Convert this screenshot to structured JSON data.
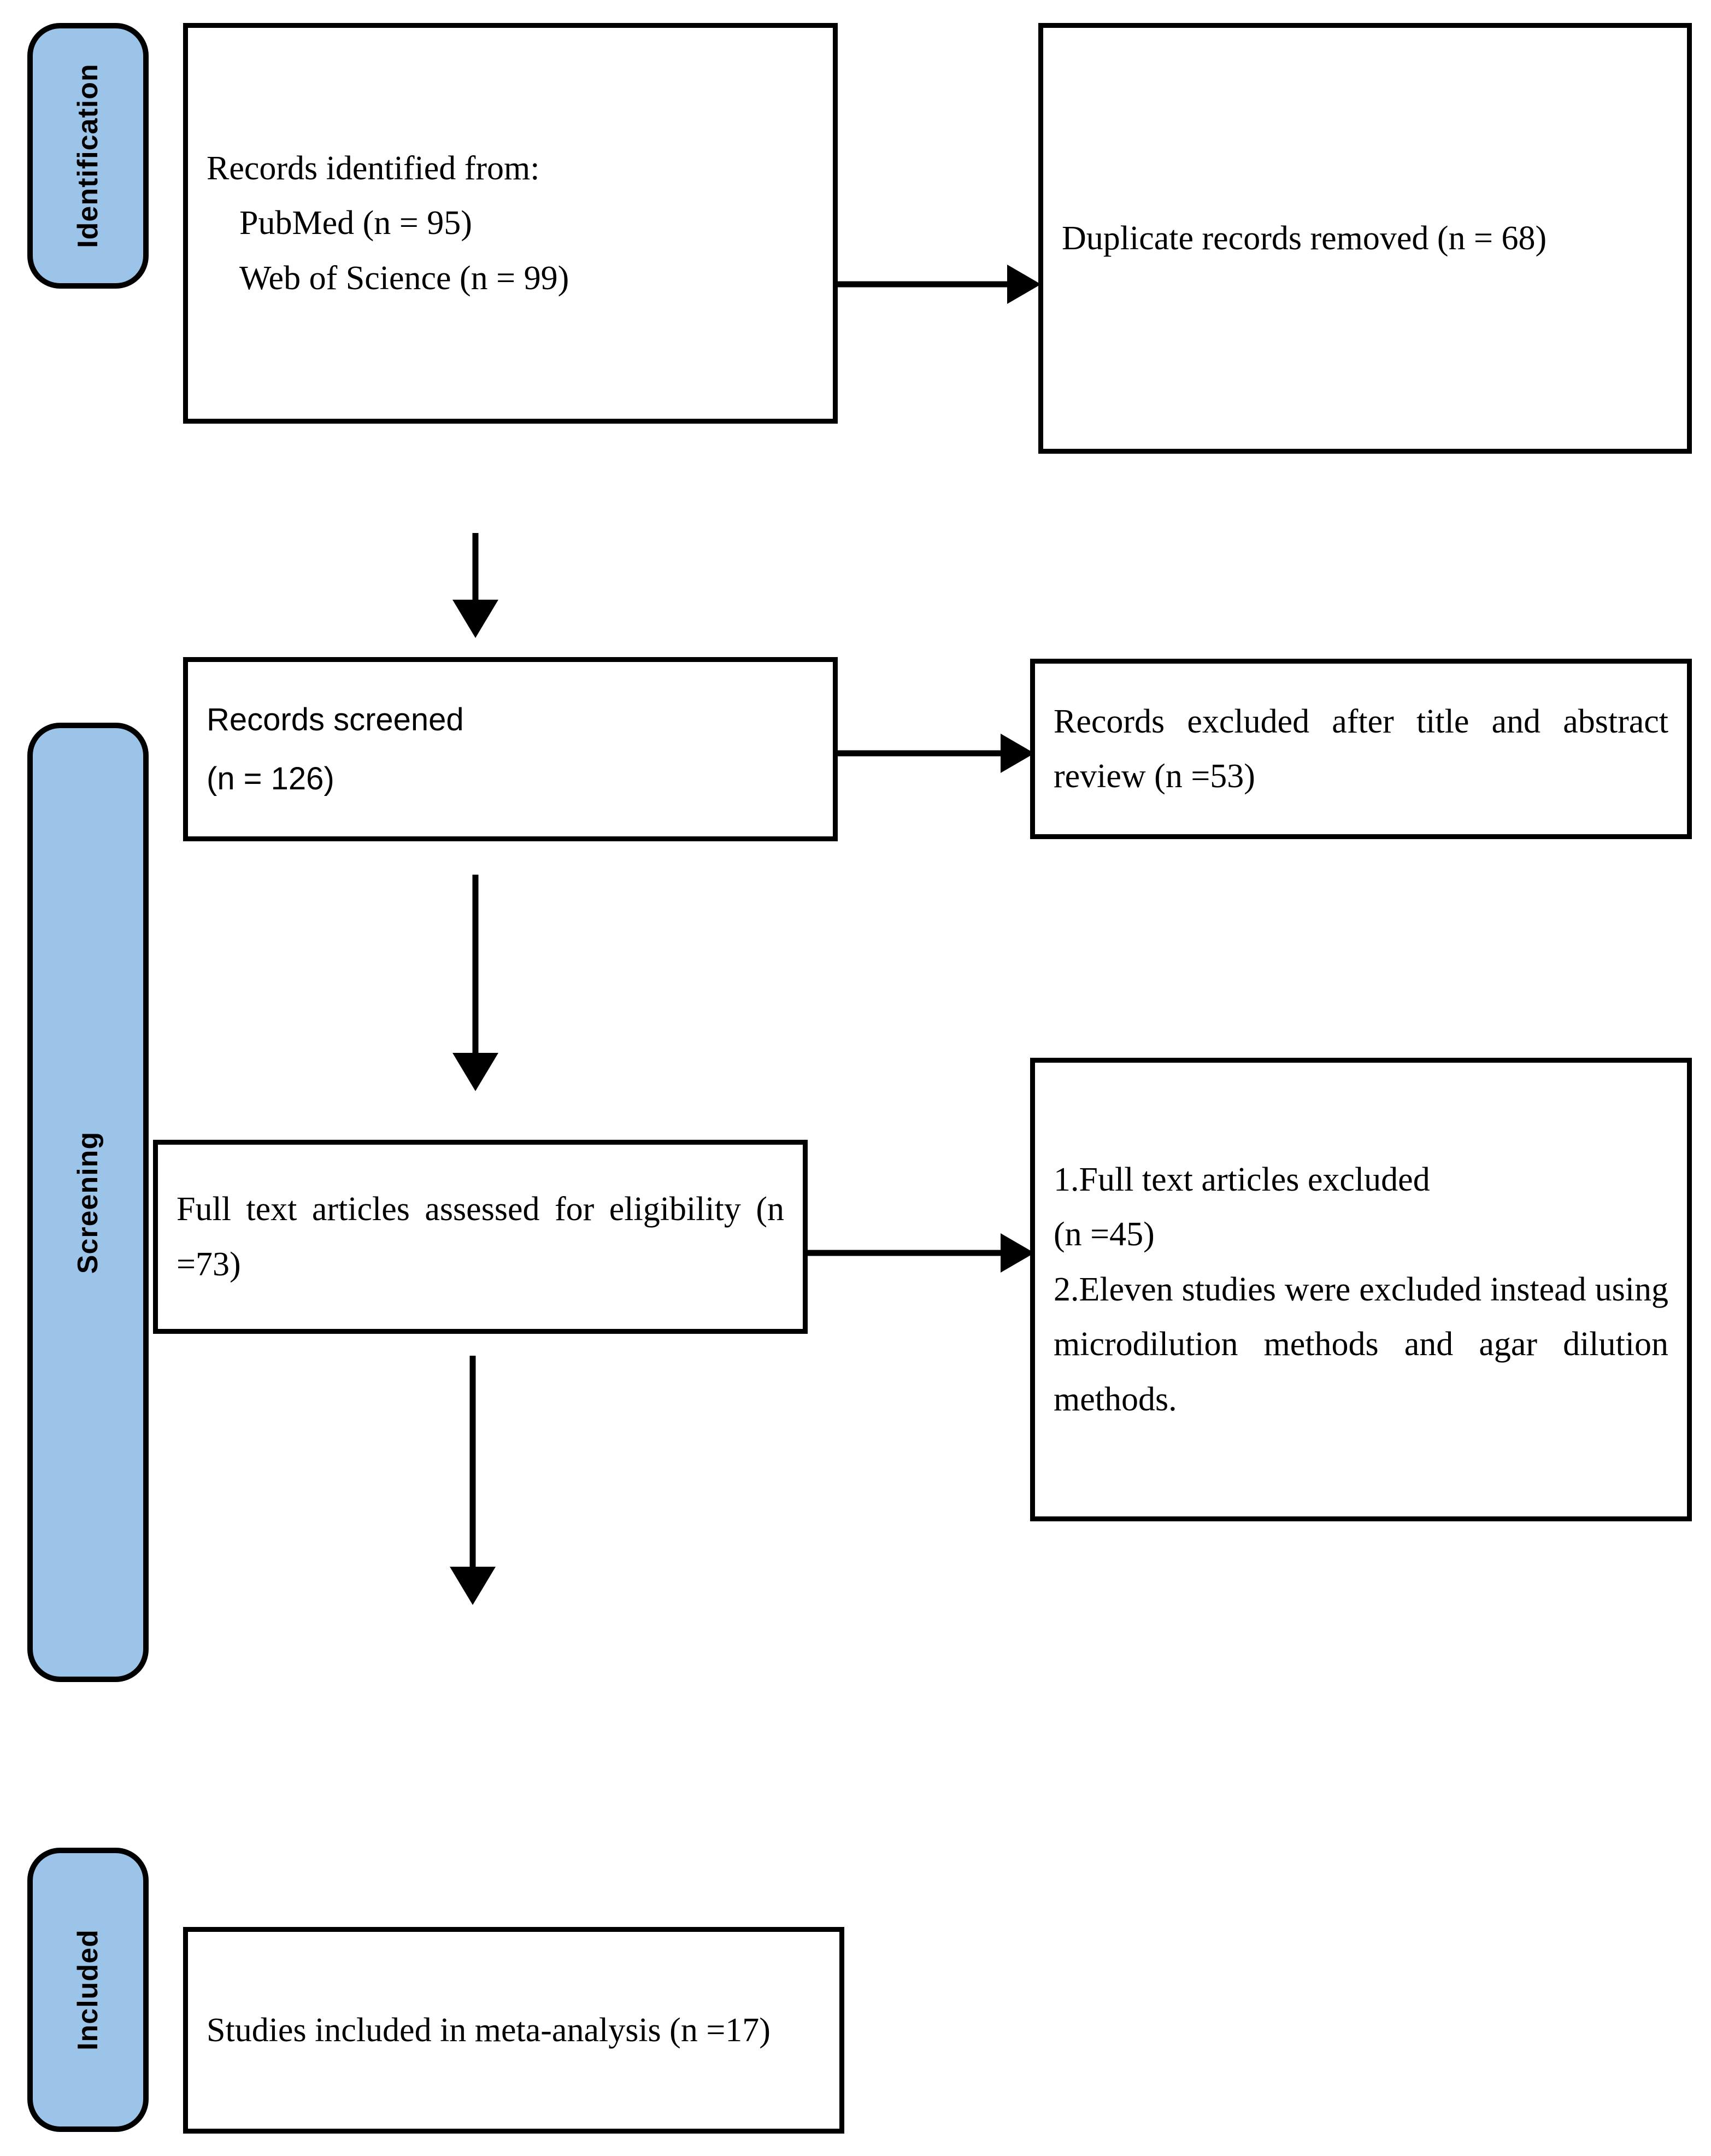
{
  "diagram": {
    "type": "prisma-flow-diagram",
    "accent_color": "#9CC3E8",
    "line_color": "#000000",
    "background": "#ffffff"
  },
  "phases": [
    {
      "id": "identification",
      "label": "Identification"
    },
    {
      "id": "screening",
      "label": "Screening"
    },
    {
      "id": "included",
      "label": "Included"
    }
  ],
  "boxes": {
    "records_identified": {
      "heading": "Records identified from:",
      "source_1": "PubMed (n = 95)",
      "source_2": "Web of Science (n = 99)"
    },
    "duplicates_removed": {
      "text": "Duplicate records removed (n = 68)"
    },
    "records_screened": {
      "line_1": "Records screened",
      "line_2": "(n = 126)"
    },
    "records_excluded": {
      "text": "Records excluded after title and abstract review (n =53)"
    },
    "full_text_assessed": {
      "text": "Full text articles assessed for eligibility (n =73)"
    },
    "full_text_excluded": {
      "item_1": "1.Full text articles excluded",
      "item_1b": "(n =45)",
      "item_2": "2.Eleven studies were excluded instead using microdilution methods and agar dilution methods."
    },
    "studies_included": {
      "text": "Studies included in meta-analysis (n =17)"
    }
  },
  "connectors": [
    {
      "id": "identified-to-duplicates",
      "direction": "right"
    },
    {
      "id": "identified-to-screened",
      "direction": "down"
    },
    {
      "id": "screened-to-excluded",
      "direction": "right"
    },
    {
      "id": "screened-to-fulltext",
      "direction": "down"
    },
    {
      "id": "fulltext-to-excluded",
      "direction": "right"
    },
    {
      "id": "fulltext-to-included",
      "direction": "down"
    }
  ]
}
